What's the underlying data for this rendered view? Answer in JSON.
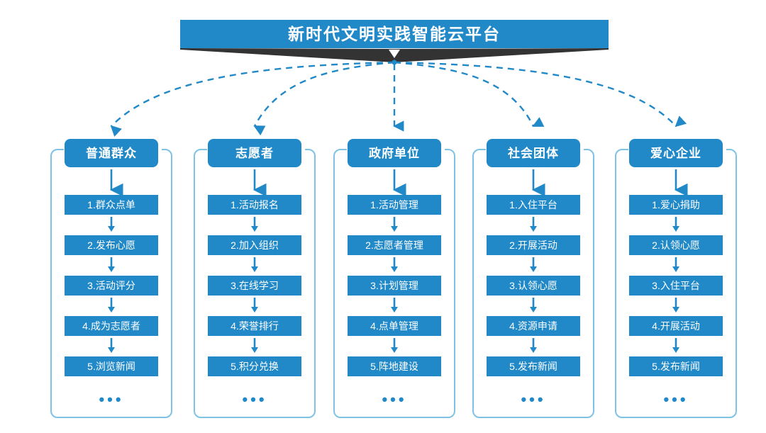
{
  "banner": {
    "title": "新时代文明实践智能云平台",
    "color": "#2189C8",
    "ribbon_color": "#333333",
    "text_color": "#ffffff"
  },
  "theme": {
    "accent": "#2189C8",
    "container_border": "#7FC2E4",
    "connector": "#2189C8",
    "background": "#ffffff"
  },
  "ellipsis": "•••",
  "columns": [
    {
      "header": "普通群众",
      "items": [
        "1.群众点单",
        "2.发布心愿",
        "3.活动评分",
        "4.成为志愿者",
        "5.浏览新闻"
      ]
    },
    {
      "header": "志愿者",
      "items": [
        "1.活动报名",
        "2.加入组织",
        "3.在线学习",
        "4.荣誉排行",
        "5.积分兑换"
      ]
    },
    {
      "header": "政府单位",
      "items": [
        "1.活动管理",
        "2.志愿者管理",
        "3.计划管理",
        "4.点单管理",
        "5.阵地建设"
      ]
    },
    {
      "header": "社会团体",
      "items": [
        "1.入住平台",
        "2.开展活动",
        "3.认领心愿",
        "4.资源申请",
        "5.发布新闻"
      ]
    },
    {
      "header": "爱心企业",
      "items": [
        "1.爱心捐助",
        "2.认领心愿",
        "3.入住平台",
        "4.开展活动",
        "5.发布新闻"
      ]
    }
  ]
}
